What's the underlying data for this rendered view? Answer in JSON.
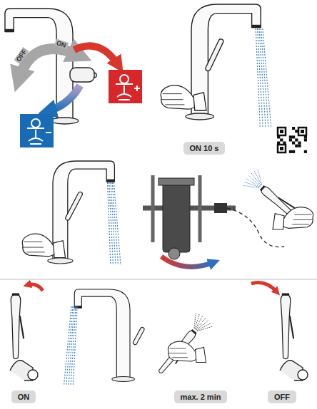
{
  "diagram": {
    "nodes": [
      {
        "text": [
          "ON 10 s"
        ]
      },
      {
        "text": [
          "ON"
        ]
      },
      {
        "text": [
          "max. 2 min"
        ]
      },
      {
        "text": [
          "OFF"
        ]
      }
    ],
    "labels": [
      "OFF",
      "ON"
    ]
  }
}
